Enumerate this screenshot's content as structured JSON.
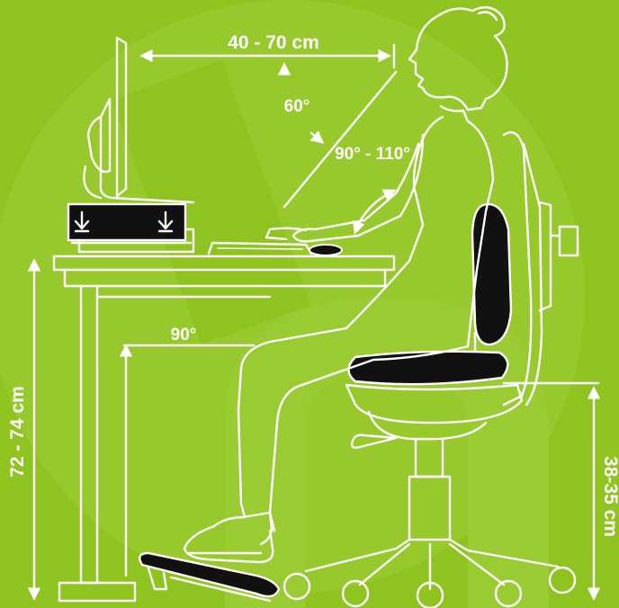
{
  "colors": {
    "background": "#8fc31f",
    "watermark": "#9fcf3a",
    "line": "#ffffff",
    "padding": "#111111"
  },
  "labels": {
    "eye_distance": "40 - 70 cm",
    "view_angle": "60°",
    "elbow_angle": "90° - 110°",
    "knee_angle": "90°",
    "desk_height": "72 - 74 cm",
    "seat_height": "38-35 cm"
  },
  "icons": {
    "monitor_stand_arrows": "arrow-down-icon"
  }
}
